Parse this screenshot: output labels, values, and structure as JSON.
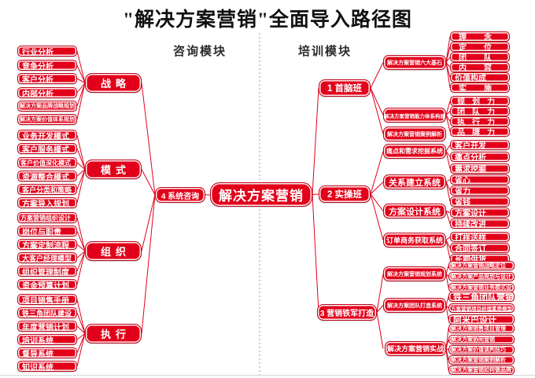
{
  "title": "\"解决方案营销\"全面导入路径图",
  "headers": {
    "consulting": "咨询模块",
    "training": "培训模块"
  },
  "center": {
    "root": "解决方案营销",
    "consult_node": "4 系统咨询"
  },
  "colors": {
    "red": "#e2001a",
    "line": "#e2001a",
    "divider": "#9a9a9a",
    "title": "#111111"
  },
  "left": {
    "groups": [
      {
        "label": "战略",
        "items": [
          "行业分析",
          "竞争分析",
          "客户分析",
          "内部分析",
          "解决方案品牌战略规划",
          "解决方案价值体系规划"
        ]
      },
      {
        "label": "模式",
        "items": [
          "业务开发模式",
          "客户服务模式",
          "客户价值深化模式",
          "资源整合模式",
          "客户分类和策略",
          "方案导入规划"
        ]
      },
      {
        "label": "组织",
        "items": [
          "方案营销组织设计",
          "岗位与职责",
          "方案定制流程",
          "大客户经理模型",
          "组织管理制度",
          "资金预算计划"
        ]
      },
      {
        "label": "执行",
        "items": [
          "项目销售手册",
          "铁三角团队建设",
          "年度营销计划",
          "培训系统",
          "督导系统",
          "知识系统"
        ]
      }
    ]
  },
  "right": {
    "sections": [
      {
        "label": "1 首脑班",
        "branches": [
          {
            "label": "解决方案营销六大基石",
            "items": [
              "理念",
              "定位",
              "团队",
              "内容",
              "价值构成",
              "实施"
            ]
          },
          {
            "label": "解决方案营销能力体系构建",
            "items": [
              "规划力",
              "团队力",
              "执行力",
              "品牌力"
            ]
          },
          {
            "label": "解决方案营销案例解析",
            "items": []
          }
        ]
      },
      {
        "label": "2 实操班",
        "branches": [
          {
            "label": "痛点和需求挖掘系统",
            "items": [
              "客户开发",
              "痛点分析",
              "需求挖掘"
            ]
          },
          {
            "label": "关系建立系统",
            "items": [
              "省心",
              "省力",
              "省钱"
            ]
          },
          {
            "label": "方案设计系统",
            "items": [
              "方案设计",
              "持续改进"
            ]
          },
          {
            "label": "订单商务获取系统",
            "items": [
              "打样送样",
              "合同签订",
              "长期供货"
            ]
          }
        ]
      },
      {
        "label": "3 营销铁军打造",
        "branches": [
          {
            "label": "解决方案营销规划系统",
            "items": [
              "解决方案营销战略定位",
              "解决方案产品规划与设计",
              "解决方案营销业务模式设计"
            ]
          },
          {
            "label": "解决方案团队打造系统",
            "items": [
              "铁三角团队营销",
              "方案营销项目经理素质模型",
              "阿米巴设计"
            ]
          },
          {
            "label": "解决方案营销实战",
            "items": [
              "解决方案销售项目管理",
              "解决方案协同营销",
              "解决方案价值谈判技巧",
              "解决方案营销案例解析",
              "解决方案营销如何做品牌"
            ]
          }
        ]
      }
    ]
  }
}
